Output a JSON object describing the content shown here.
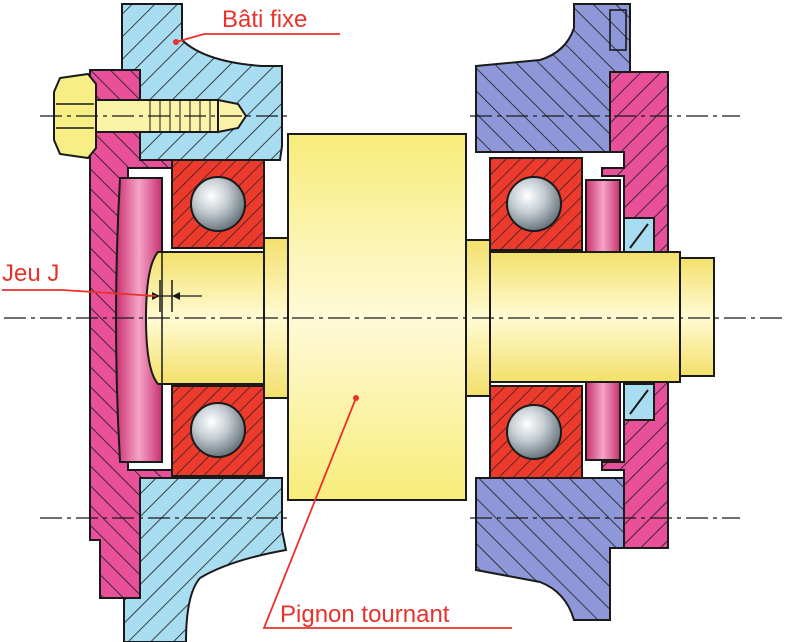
{
  "labels": {
    "bati_fixe": "Bâti fixe",
    "jeu": "Jeu J",
    "pignon": "Pignon tournant"
  },
  "colors": {
    "label_red": "#e8322c",
    "housing_cyan": "#a8dcf0",
    "cover_magenta": "#e8509a",
    "housing_blue": "#8e98d8",
    "shaft_yellow": "#fbf08a",
    "bearing_red": "#ec3a2c",
    "ball_grey": "#b8c4cc",
    "outline": "#1a1a1a"
  },
  "icons": {
    "bolt": "hex-bolt-icon",
    "ball": "bearing-ball-icon"
  }
}
